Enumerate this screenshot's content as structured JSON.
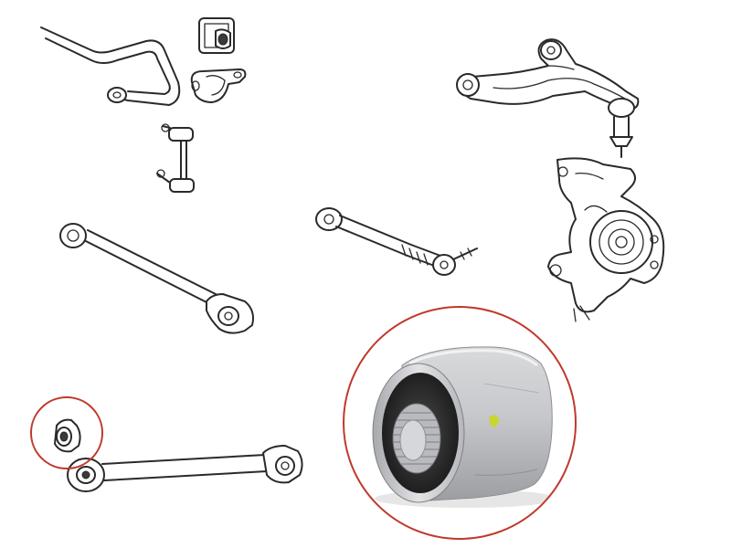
{
  "diagram": {
    "parts": [
      {
        "id": "stabilizer-bar",
        "label": ""
      },
      {
        "id": "stabilizer-bushing",
        "label": ""
      },
      {
        "id": "stabilizer-link",
        "label": ""
      },
      {
        "id": "upper-control-arm",
        "label": ""
      },
      {
        "id": "steering-knuckle",
        "label": ""
      },
      {
        "id": "trailing-arm",
        "label": ""
      },
      {
        "id": "lateral-link",
        "label": ""
      },
      {
        "id": "lower-arm",
        "label": ""
      },
      {
        "id": "highlighted-bushing",
        "label": ""
      }
    ],
    "highlight": {
      "color": "#c0392b",
      "detail_view": "bushing-photo"
    }
  }
}
